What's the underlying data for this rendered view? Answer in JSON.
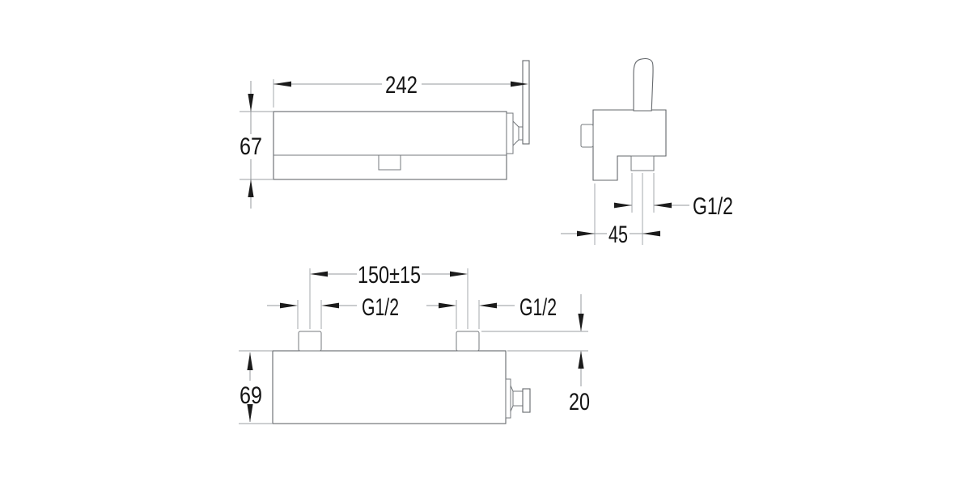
{
  "colors": {
    "background": "#ffffff",
    "outline": "#63676b",
    "dimension_line": "#94989c",
    "arrow": "#1b1b1b",
    "text": "#141414",
    "hatch": "#aaadb1"
  },
  "views": {
    "front": {
      "dims": {
        "length": "242",
        "height": "67"
      }
    },
    "side": {
      "dims": {
        "outlet_thread": "G1/2",
        "outlet_offset": "45"
      }
    },
    "bottom": {
      "dims": {
        "inlet_spacing": "150±15",
        "left_inlet_thread": "G1/2",
        "right_inlet_thread": "G1/2",
        "height": "69",
        "inlet_protrusion": "20"
      }
    }
  }
}
